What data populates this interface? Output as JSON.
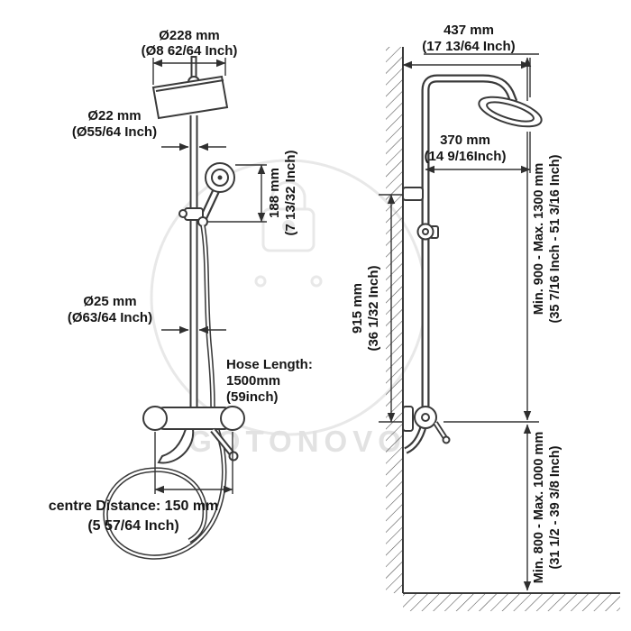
{
  "watermark": {
    "text": "GOTONOVO"
  },
  "left_view": {
    "head_diameter": "Ø228 mm",
    "head_diameter_in": "(Ø8 62/64 Inch)",
    "upper_pipe_diameter": "Ø22 mm",
    "upper_pipe_diameter_in": "(Ø55/64 Inch)",
    "handshower_height": "188 mm",
    "handshower_height_in": "(7 13/32 Inch)",
    "lower_pipe_diameter": "Ø25 mm",
    "lower_pipe_diameter_in": "(Ø63/64 Inch)",
    "hose_length_label": "Hose Length:",
    "hose_length_value": "1500mm",
    "hose_length_in": "(59inch)",
    "centre_distance": "centre Distance: 150 mm",
    "centre_distance_in": "(5 57/64 Inch)"
  },
  "right_view": {
    "wall_projection": "437 mm",
    "wall_projection_in": "(17 13/64 Inch)",
    "arm_projection": "370 mm",
    "arm_projection_in": "(14 9/16Inch)",
    "riser_height": "915 mm",
    "riser_height_in": "(36 1/32 Inch)",
    "upper_install_range": "Min. 900 - Max. 1300 mm",
    "upper_install_range_in": "(35 7/16 Inch - 51 3/16 Inch)",
    "lower_install_range": "Min. 800 - Max. 1000 mm",
    "lower_install_range_in": "(31 1/2 - 39 3/8 Inch)"
  }
}
